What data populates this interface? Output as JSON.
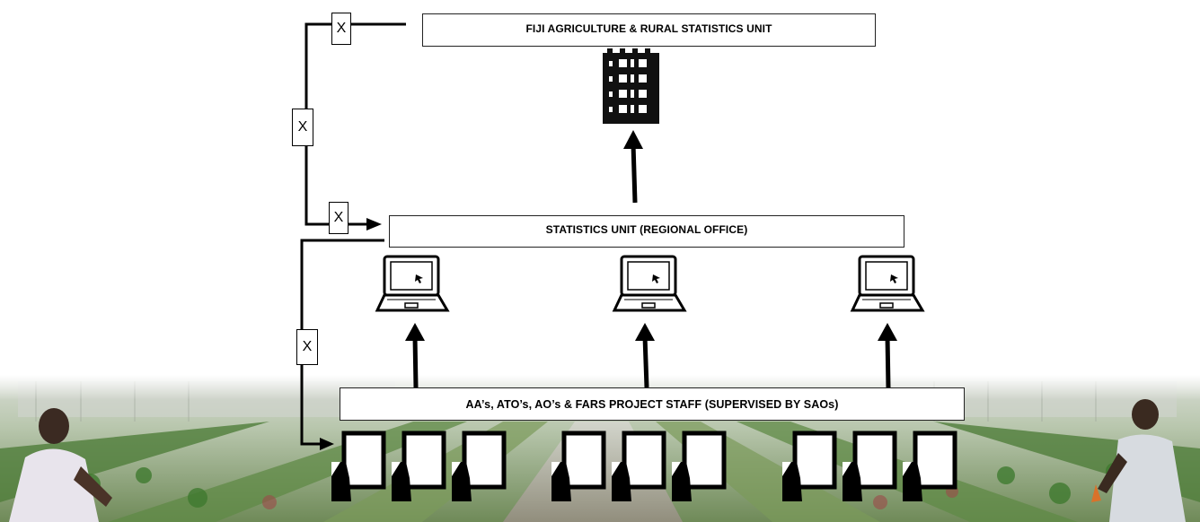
{
  "diagram": {
    "top_box_label": "FIJI AGRICULTURE & RURAL STATISTICS UNIT",
    "middle_box_label": "STATISTICS UNIT (REGIONAL OFFICE)",
    "lower_box_label": "AA’s, ATO’s, AO’s & FARS PROJECT STAFF (SUPERVISED BY SAOs)",
    "x_markers": [
      "X",
      "X",
      "X",
      "X"
    ],
    "icons": {
      "building": "building-icon",
      "laptop": "laptop-icon",
      "form": "form-document-icon"
    },
    "laptop_count": 3,
    "form_group_sizes": [
      3,
      3,
      3
    ]
  }
}
